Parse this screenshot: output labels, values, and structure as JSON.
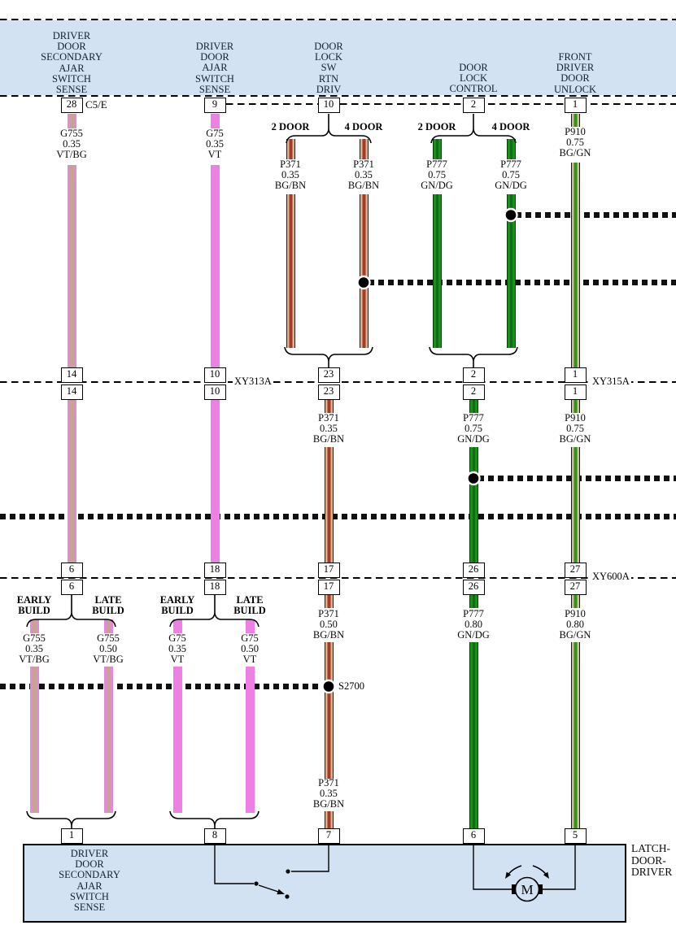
{
  "header": {
    "labels": [
      "DRIVER\nDOOR\nSECONDARY\nAJAR\nSWITCH\nSENSE",
      "DRIVER\nDOOR\nAJAR\nSWITCH\nSENSE",
      "DOOR\nLOCK\nSW\nRTN\nDRIV",
      "DOOR\nLOCK\nCONTROL",
      "FRONT\nDRIVER\nDOOR\nUNLOCK"
    ],
    "pins": [
      "28",
      "9",
      "10",
      "2",
      "1"
    ],
    "connector_note": "C5/E"
  },
  "branch_labels": {
    "two_door": "2 DOOR",
    "four_door": "4 DOOR",
    "early": "EARLY\nBUILD",
    "late": "LATE\nBUILD"
  },
  "wire_labels": {
    "g755_035": "G755\n0.35\nVT/BG",
    "g755_050": "G755\n0.50\nVT/BG",
    "g75_035": "G75\n0.35\nVT",
    "g75_050": "G75\n0.50\nVT",
    "p371_035": "P371\n0.35\nBG/BN",
    "p371_050": "P371\n0.50\nBG/BN",
    "p777_075": "P777\n0.75\nGN/DG",
    "p777_080": "P777\n0.80\nGN/DG",
    "p910_075": "P910\n0.75\nBG/GN",
    "p910_080": "P910\n0.80\nBG/GN"
  },
  "inline_connectors": {
    "xy313a": {
      "label": "XY313A",
      "pin_14": "14",
      "pin_10": "10",
      "pin_23": "23"
    },
    "xy315a": {
      "label": "XY315A",
      "pin_2": "2",
      "pin_1": "1"
    },
    "xy600a": {
      "label": "XY600A",
      "pin_6": "6",
      "pin_18": "18",
      "pin_17": "17",
      "pin_26": "26",
      "pin_27": "27"
    }
  },
  "splice": {
    "s2700": "S2700"
  },
  "latch": {
    "label": "LATCH-\nDOOR-\nDRIVER",
    "pins": {
      "p1": "1",
      "p8": "8",
      "p7": "7",
      "p6": "6",
      "p5": "5"
    },
    "inner_label": "DRIVER\nDOOR\nSECONDARY\nAJAR\nSWITCH\nSENSE",
    "motor": "M"
  },
  "colors": {
    "band": "#d3e2f2",
    "violet": "#ee7fe4",
    "beige": "#dcb38c",
    "brown": "#a63b2a",
    "green": "#1b8f1b",
    "dark_green": "#0d6e12",
    "beige2": "#cbc191"
  }
}
